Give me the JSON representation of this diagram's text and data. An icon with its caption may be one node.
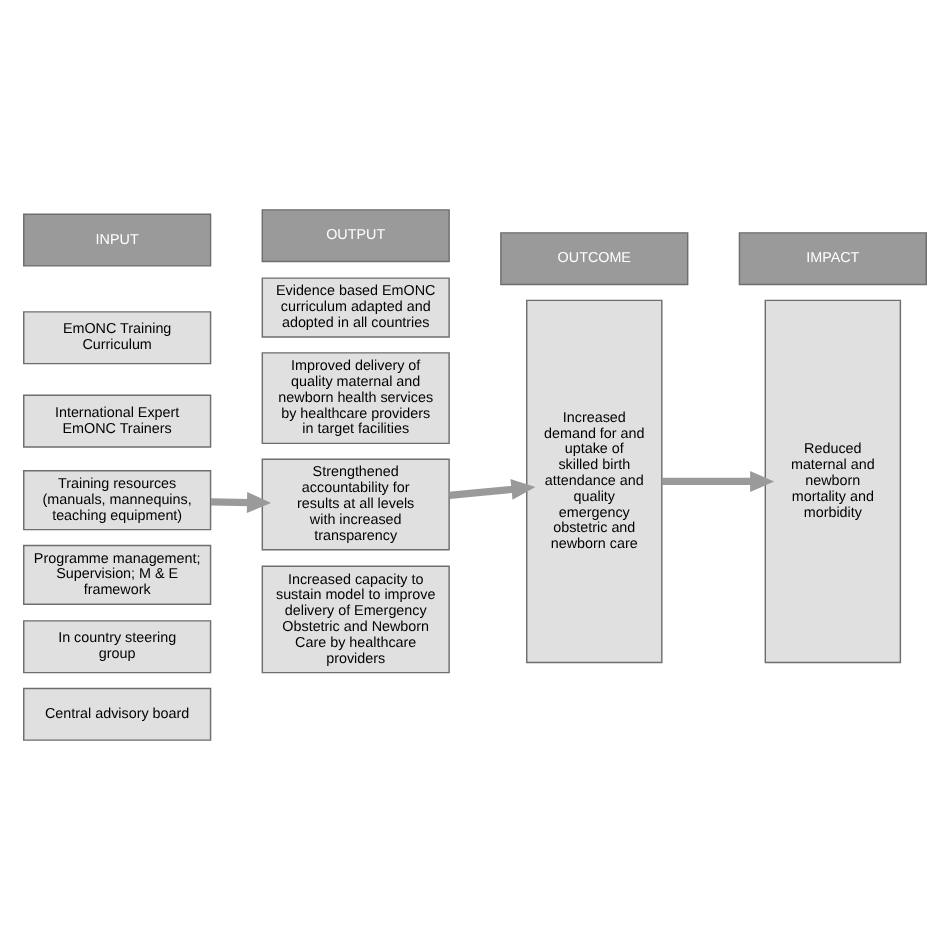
{
  "diagram": {
    "nodes": [
      {
        "text": [
          "INPUT"
        ]
      },
      {
        "text": [
          "OUTPUT"
        ]
      },
      {
        "text": [
          "OUTCOME"
        ]
      },
      {
        "text": [
          "IMPACT"
        ]
      },
      {
        "text": [
          "EmONC Training Curriculum"
        ]
      },
      {
        "text": [
          "International Expert EmONC Trainers"
        ]
      },
      {
        "text": [
          "Training resources (manuals, mannequins, teaching equipment)"
        ]
      },
      {
        "text": [
          "Programme management; Supervision; M & E framework"
        ]
      },
      {
        "text": [
          "In country steering group"
        ]
      },
      {
        "text": [
          "Central advisory board"
        ]
      },
      {
        "text": [
          "Evidence based EmONC curriculum adapted and adopted in all countries"
        ]
      },
      {
        "text": [
          "Improved delivery of quality maternal and newborn health services by healthcare providers in target facilities"
        ]
      },
      {
        "text": [
          "Strengthened accountability for results at all levels with increased transparency"
        ]
      },
      {
        "text": [
          "Increased capacity to sustain model to improve delivery of Emergency Obstetric and Newborn Care by healthcare providers"
        ]
      },
      {
        "text": [
          "Increased demand for and uptake of skilled birth attendance and quality emergency obstetric and newborn care"
        ]
      },
      {
        "text": [
          "Reduced maternal and newborn mortality and morbidity"
        ]
      }
    ],
    "edges": [
      {
        "from": 6,
        "to": 12,
        "arrow": "to"
      },
      {
        "from": 12,
        "to": 14,
        "arrow": "to"
      },
      {
        "from": 14,
        "to": 15,
        "arrow": "to"
      }
    ]
  }
}
